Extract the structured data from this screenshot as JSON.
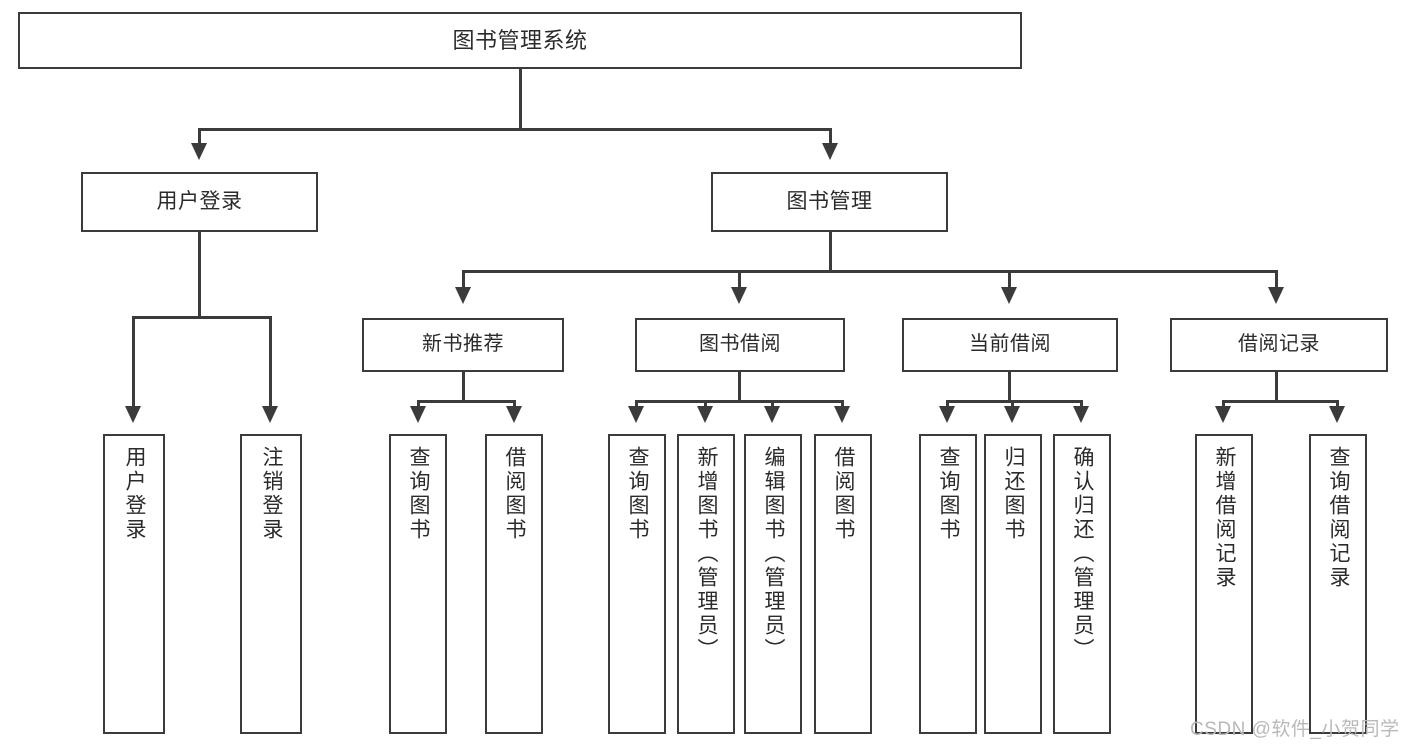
{
  "diagram": {
    "title": "图书管理系统",
    "type": "tree-hierarchy",
    "root": {
      "id": "root",
      "label": "图书管理系统"
    },
    "level2": [
      {
        "id": "user-login",
        "label": "用户登录"
      },
      {
        "id": "book-management",
        "label": "图书管理"
      }
    ],
    "level3": [
      {
        "id": "new-book-recommend",
        "label": "新书推荐",
        "parent": "book-management"
      },
      {
        "id": "book-borrow",
        "label": "图书借阅",
        "parent": "book-management"
      },
      {
        "id": "current-borrow",
        "label": "当前借阅",
        "parent": "book-management"
      },
      {
        "id": "borrow-record",
        "label": "借阅记录",
        "parent": "book-management"
      }
    ],
    "leaves": [
      {
        "id": "leaf-user-login",
        "label": "用户登录",
        "parent": "user-login"
      },
      {
        "id": "leaf-logout-login",
        "label": "注销登录",
        "parent": "user-login"
      },
      {
        "id": "leaf-query-book-1",
        "label": "查询图书",
        "parent": "new-book-recommend"
      },
      {
        "id": "leaf-borrow-book-1",
        "label": "借阅图书",
        "parent": "new-book-recommend"
      },
      {
        "id": "leaf-query-book-2",
        "label": "查询图书",
        "parent": "book-borrow"
      },
      {
        "id": "leaf-add-book-admin",
        "label": "新增图书（管理员）",
        "parent": "book-borrow"
      },
      {
        "id": "leaf-edit-book-admin",
        "label": "编辑图书（管理员）",
        "parent": "book-borrow"
      },
      {
        "id": "leaf-borrow-book-2",
        "label": "借阅图书",
        "parent": "book-borrow"
      },
      {
        "id": "leaf-query-book-3",
        "label": "查询图书",
        "parent": "current-borrow"
      },
      {
        "id": "leaf-return-book",
        "label": "归还图书",
        "parent": "current-borrow"
      },
      {
        "id": "leaf-confirm-return-admin",
        "label": "确认归还（管理员）",
        "parent": "current-borrow"
      },
      {
        "id": "leaf-add-borrow-record",
        "label": "新增借阅记录",
        "parent": "borrow-record"
      },
      {
        "id": "leaf-query-borrow-record",
        "label": "查询借阅记录",
        "parent": "borrow-record"
      }
    ]
  },
  "watermark": {
    "text": "CSDN @软件_小贺同学"
  },
  "colors": {
    "stroke": "#3b3b3b",
    "text": "#2b2b2b",
    "background": "#ffffff",
    "watermark": "#b9b9b9"
  }
}
